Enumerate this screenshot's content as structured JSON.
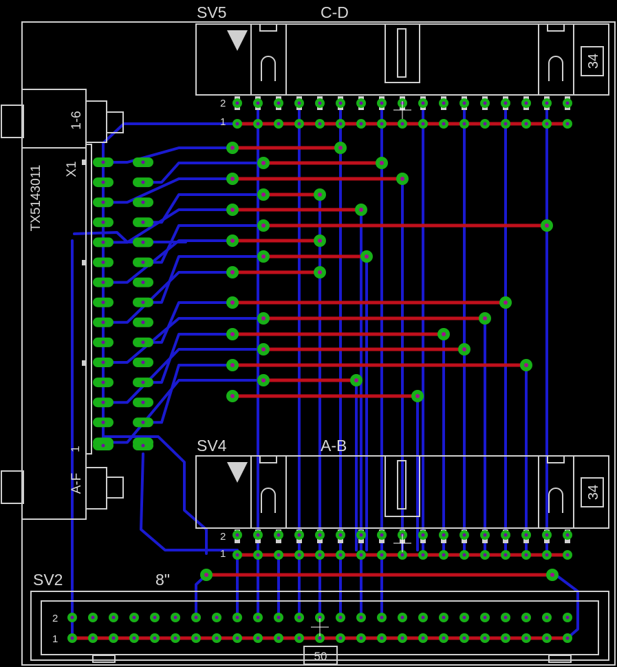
{
  "labels": {
    "sv5": "SV5",
    "sv5_sub": "C-D",
    "sv4": "SV4",
    "sv4_sub": "A-B",
    "sv2": "SV2",
    "sv2_sub": "8\"",
    "x1": "X1",
    "x1_part": "TX5143011",
    "x1_top": "1-6",
    "x1_bottom": "A-F",
    "x1_pin1": "1",
    "pin_one": "1",
    "pin_two": "2",
    "sv5_pins": "34",
    "sv4_pins": "34",
    "sv2_pins": "50"
  },
  "colors": {
    "background": "#000000",
    "top_copper": "#c0101c",
    "bottom_copper": "#1a1ad0",
    "pad": "#18b018",
    "silkscreen": "#d0d0d0"
  }
}
